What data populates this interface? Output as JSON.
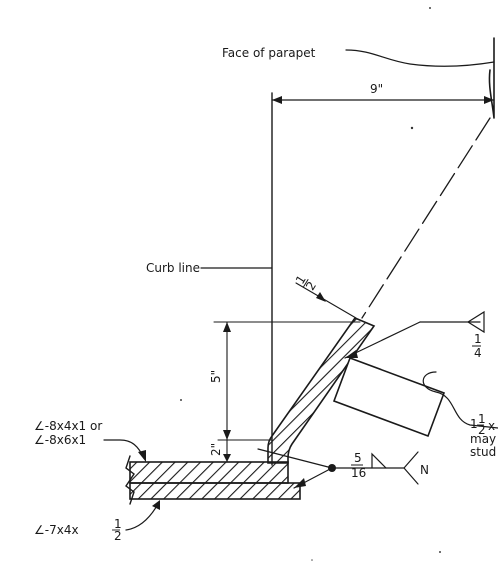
{
  "labels": {
    "face_of_parapet": "Face of parapet",
    "curb_line": "Curb line",
    "dim_9": "9\"",
    "dim_5": "5\"",
    "dim_2": "2\"",
    "dim_half_num": "1",
    "dim_half_den": "2",
    "angle_top_line1": "∠-8x4x1 or",
    "angle_top_line2": "∠-8x6x1",
    "angle_bottom": "∠-7x4x",
    "angle_bottom_num": "1",
    "angle_bottom_den": "2",
    "weld_quarter_num": "1",
    "weld_quarter_den": "4",
    "weld_516_num": "5",
    "weld_516_den": "16",
    "weld_n": "N",
    "stud_line1": "1",
    "stud_line1_frac_num": "1",
    "stud_line1_frac_den": "2",
    "stud_line1_suffix": "x",
    "stud_line2": "may",
    "stud_line3": "stud"
  }
}
